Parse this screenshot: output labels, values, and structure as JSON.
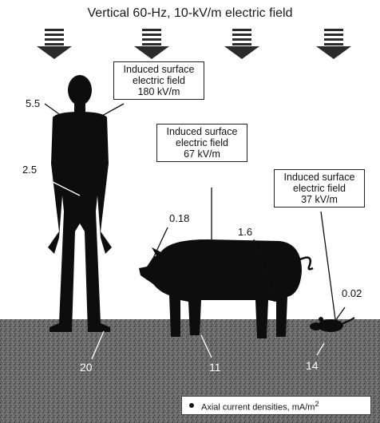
{
  "title": "Vertical 60-Hz, 10-kV/m electric field",
  "callouts": {
    "human": {
      "line1": "Induced surface",
      "line2": "electric field",
      "value": "180 kV/m"
    },
    "pig": {
      "line1": "Induced surface",
      "line2": "electric field",
      "value": "67 kV/m"
    },
    "rat": {
      "line1": "Induced surface",
      "line2": "electric field",
      "value": "37 kV/m"
    }
  },
  "current_densities": {
    "human_head": "5.5",
    "human_torso": "2.5",
    "human_feet": "20",
    "pig_snout": "0.18",
    "pig_leg": "1.6",
    "pig_feet": "11",
    "rat_body": "0.02",
    "rat_feet": "14"
  },
  "legend": {
    "label": "Axial current densities, mA/m",
    "superscript": "2"
  },
  "colors": {
    "silhouette": "#0d0d0d",
    "ground": "#5a5a5a",
    "arrow": "#2b2b2b"
  }
}
